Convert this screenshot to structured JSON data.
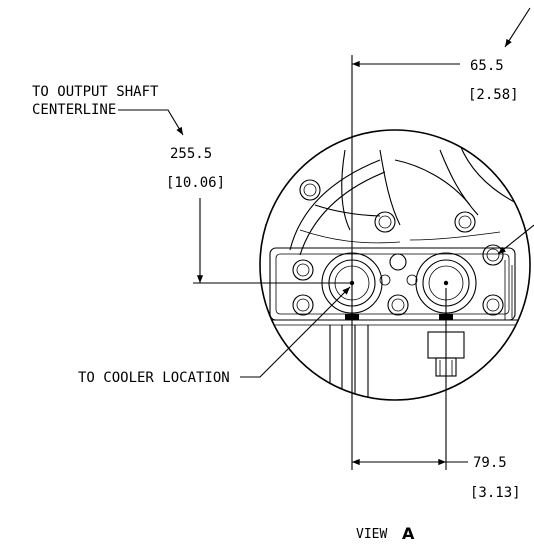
{
  "labels": {
    "output_shaft_line1": "TO OUTPUT SHAFT",
    "output_shaft_line2": "CENTERLINE",
    "cooler_location": "TO COOLER LOCATION",
    "view_word": "VIEW",
    "view_letter": "A"
  },
  "dimensions": {
    "top_mm": "65.5",
    "top_in": "[2.58]",
    "left_mm": "255.5",
    "left_in": "[10.06]",
    "bottom_mm": "79.5",
    "bottom_in": "[3.13]"
  }
}
